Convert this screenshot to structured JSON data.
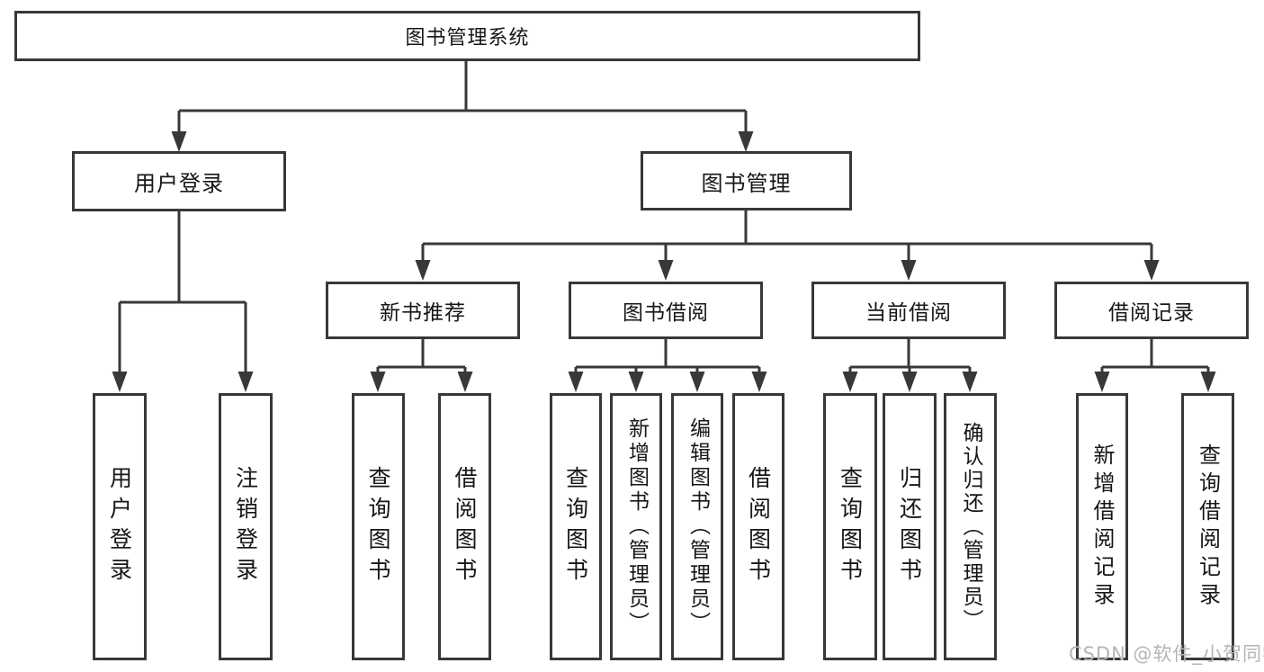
{
  "diagram": {
    "root": {
      "label": "图书管理系统"
    },
    "level2": {
      "user_login": {
        "label": "用户登录"
      },
      "book_mgmt": {
        "label": "图书管理"
      }
    },
    "level3": {
      "new_book_rec": {
        "label": "新书推荐"
      },
      "book_borrow": {
        "label": "图书借阅"
      },
      "current_borrow": {
        "label": "当前借阅"
      },
      "borrow_records": {
        "label": "借阅记录"
      }
    },
    "leaves": {
      "login": {
        "label": "用户登录"
      },
      "logout": {
        "label": "注销登录"
      },
      "rec_query_books": {
        "label": "查询图书"
      },
      "rec_borrow_books": {
        "label": "借阅图书"
      },
      "bb_query_books": {
        "label": "查询图书"
      },
      "bb_add_books": {
        "label": "新增图书（管理员）"
      },
      "bb_edit_books": {
        "label": "编辑图书（管理员）"
      },
      "bb_borrow_books": {
        "label": "借阅图书"
      },
      "cb_query_books": {
        "label": "查询图书"
      },
      "cb_return_books": {
        "label": "归还图书"
      },
      "cb_confirm_return": {
        "label": "确认归还（管理员）"
      },
      "br_add_record": {
        "label": "新增借阅记录"
      },
      "br_query_record": {
        "label": "查询借阅记录"
      }
    }
  },
  "watermark": {
    "text": "CSDN @软件_小贺同学"
  },
  "colors": {
    "line": "#383838",
    "text": "#161616",
    "watermark": "#b5b5b5",
    "background": "#ffffff"
  }
}
